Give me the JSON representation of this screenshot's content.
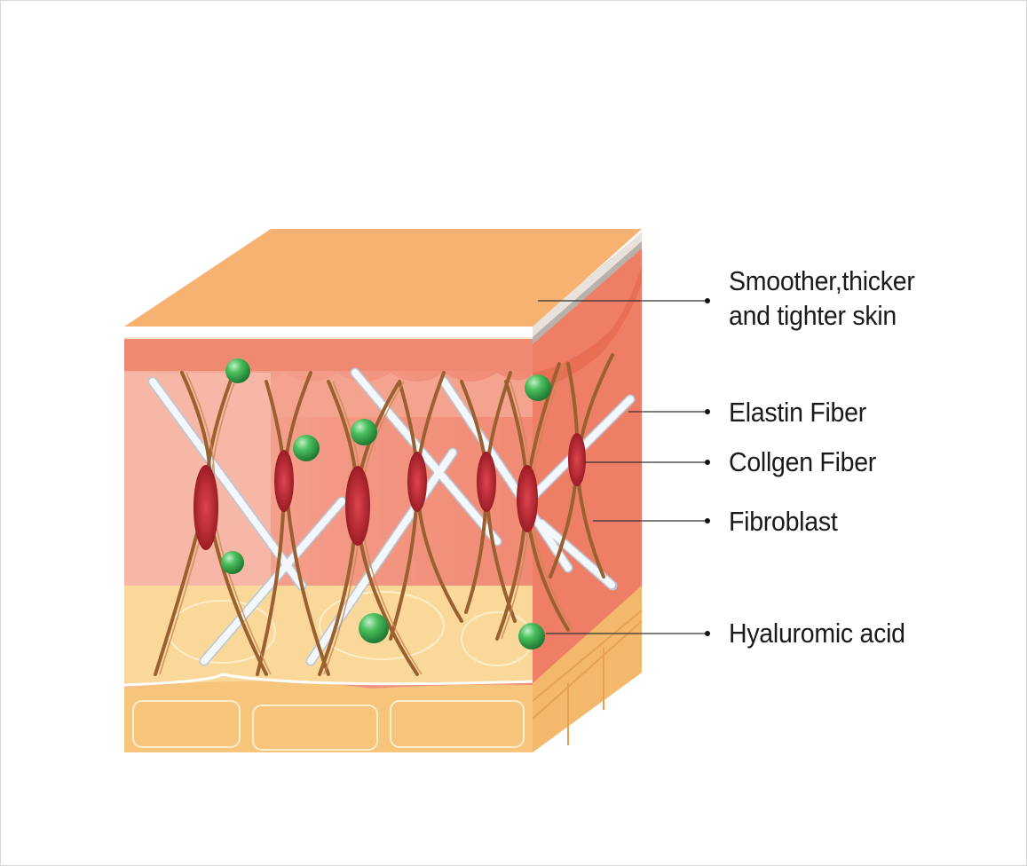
{
  "labels": {
    "skin": [
      "Smoother,thicker",
      "and tighter skin"
    ],
    "elastin": "Elastin Fiber",
    "collagen": "Collgen Fiber",
    "fibroblast": "Fibroblast",
    "hyaluronic": "Hyaluromic acid"
  },
  "colors": {
    "top_face": "#f7b171",
    "dermis": "#f1957d",
    "dermis_right": "#ee7f68",
    "fat": "#f9d89a",
    "fiber": "#9a6030",
    "fibroblast": "#b3202a",
    "hyaluronic": "#3bab4e",
    "elastin": "#f2f6fa"
  }
}
